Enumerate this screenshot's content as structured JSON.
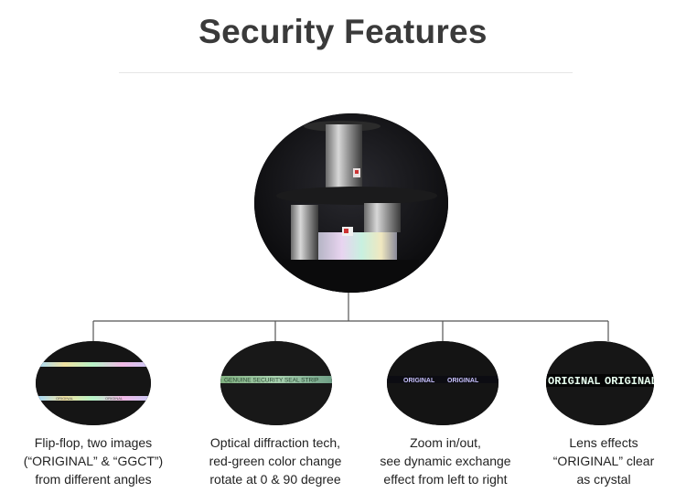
{
  "title": "Security Features",
  "main_image": {
    "icon": "roll-machine-photo"
  },
  "features": [
    {
      "icon": "flip-flop-strip-photo",
      "strip_text": [
        "ORIGINAL",
        "ORIGINAL"
      ],
      "caption": [
        "Flip-flop,  two images",
        "(“ORIGINAL” & “GGCT”)",
        "from different angles"
      ]
    },
    {
      "icon": "diffraction-strip-photo",
      "strip_text": [
        "GENUINE SECURITY SEAL STRIP"
      ],
      "caption": [
        "Optical diffraction tech,",
        "red-green color change",
        "rotate at 0 & 90 degree"
      ]
    },
    {
      "icon": "zoom-strip-photo",
      "strip_text": [
        "ORIGINAL",
        "ORIGINAL"
      ],
      "caption": [
        "Zoom in/out,",
        "see dynamic exchange",
        "effect  from left to right"
      ]
    },
    {
      "icon": "lens-strip-photo",
      "strip_text": [
        "ORIGINAL",
        "ORIGINAL"
      ],
      "caption": [
        "Lens effects",
        "“ORIGINAL”  clear",
        "as crystal"
      ]
    }
  ],
  "colors": {
    "title": "#3a3a3a",
    "connector": "#555555",
    "caption": "#222222"
  }
}
